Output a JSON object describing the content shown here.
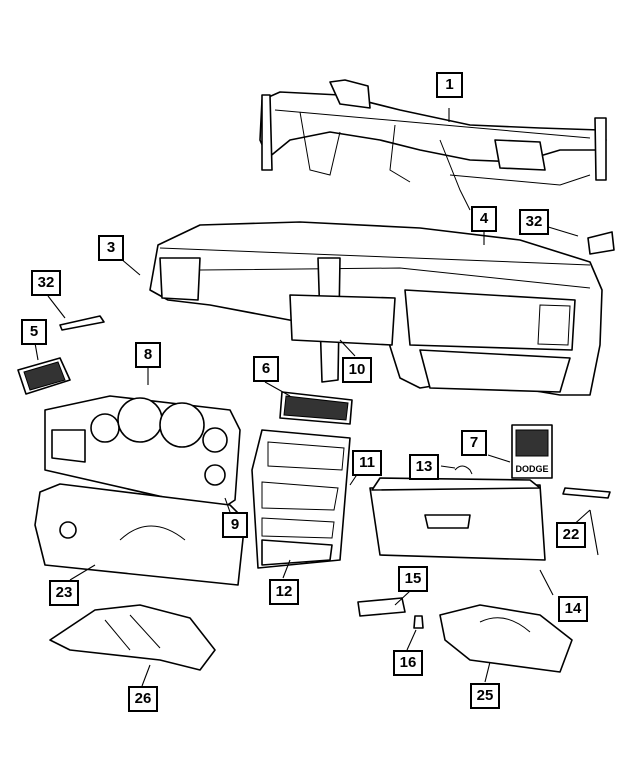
{
  "diagram": {
    "callouts": [
      {
        "id": "c1",
        "label": "1"
      },
      {
        "id": "c3",
        "label": "3"
      },
      {
        "id": "c4",
        "label": "4"
      },
      {
        "id": "c5",
        "label": "5"
      },
      {
        "id": "c6",
        "label": "6"
      },
      {
        "id": "c7",
        "label": "7"
      },
      {
        "id": "c8",
        "label": "8"
      },
      {
        "id": "c9",
        "label": "9"
      },
      {
        "id": "c10",
        "label": "10"
      },
      {
        "id": "c11",
        "label": "11"
      },
      {
        "id": "c12",
        "label": "12"
      },
      {
        "id": "c13",
        "label": "13"
      },
      {
        "id": "c14",
        "label": "14"
      },
      {
        "id": "c15",
        "label": "15"
      },
      {
        "id": "c16",
        "label": "16"
      },
      {
        "id": "c22",
        "label": "22"
      },
      {
        "id": "c23",
        "label": "23"
      },
      {
        "id": "c25",
        "label": "25"
      },
      {
        "id": "c26",
        "label": "26"
      },
      {
        "id": "c32a",
        "label": "32"
      },
      {
        "id": "c32b",
        "label": "32"
      }
    ],
    "badge_text": "DODGE"
  }
}
